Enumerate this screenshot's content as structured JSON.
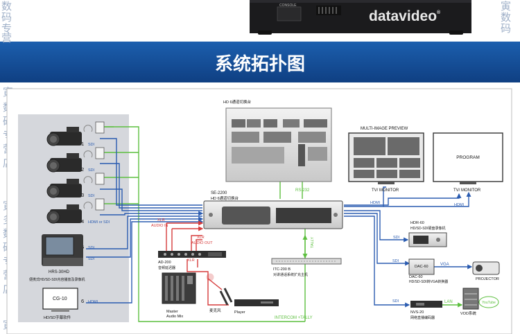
{
  "banner": {
    "title": "系统拓扑图",
    "console_label": "CONSOLE",
    "brand": "datavideo",
    "brand_mark": "®"
  },
  "watermarks": {
    "left": [
      "数",
      "码",
      "专",
      "营"
    ],
    "left_lower": [
      "寅",
      "多",
      "数",
      "码",
      "专",
      "营",
      "店"
    ],
    "left_bottom": [
      "寅"
    ],
    "right_top": [
      "寅",
      "数",
      "码"
    ],
    "right_mid": [
      "寅",
      "多",
      "数",
      "码",
      "专",
      "营",
      "店"
    ],
    "right_lower": [
      "寅",
      "多",
      "数",
      "码",
      "专",
      "营",
      "店"
    ]
  },
  "diagram": {
    "switcher_caption": "HD 6通道切换台",
    "multiview_label": "MULTI-IMAGE PREVIEW",
    "program_label": "PROGRAM",
    "tv_monitor_label": "TV/ MONITOR",
    "rs232": "RS-232",
    "se2200_model": "SE-2200",
    "se2200_desc": "HD 6通道切换台",
    "hdmi": "HDMI",
    "sdi": "SDI",
    "vga": "VGA",
    "lan": "LAN",
    "xlr": "XLR",
    "tally": "TALLY",
    "audio_in": "AUDIO IN",
    "audio_out": "AUDIO OUT",
    "hdmi_or_sdi": "HDMI or SDI",
    "hrs_model": "HRS-30HD",
    "hrs_desc": "便携式HD/SD-SDI内容播放及录像机",
    "cg_model": "CG-10",
    "cg_desc": "HD/SD字幕软件",
    "ad_model": "AD-200",
    "ad_desc": "音频延迟器",
    "mixer_label": "Master\nAudio Mix",
    "mic_label": "麦克风",
    "player_label": "Player",
    "intercom_tally": "INTERCOM +TALLY",
    "itc_model": "ITC-200 B",
    "itc_desc": "对讲通话系统扩充主机",
    "hdr_model": "HDR-60",
    "hdr_desc": "HD/SD-SDI硬盘录像机",
    "dac_model": "DAC-60",
    "dac_desc": "HD/SD-SDI转VGA转换器",
    "projector": "PROJECTOR",
    "nvs_model": "NVS-20",
    "nvs_desc": "网络直播编码器",
    "vod": "VOD系统",
    "youtube": "YouTube",
    "channels": [
      "1",
      "2",
      "3",
      "4",
      "5",
      "6"
    ]
  },
  "colors": {
    "banner_blue": "#15509a",
    "sdi_blue": "#2a5bb0",
    "link_green": "#5cbf3e",
    "audio_red": "#d63a3a",
    "device_gray": "#3a3a3a"
  }
}
